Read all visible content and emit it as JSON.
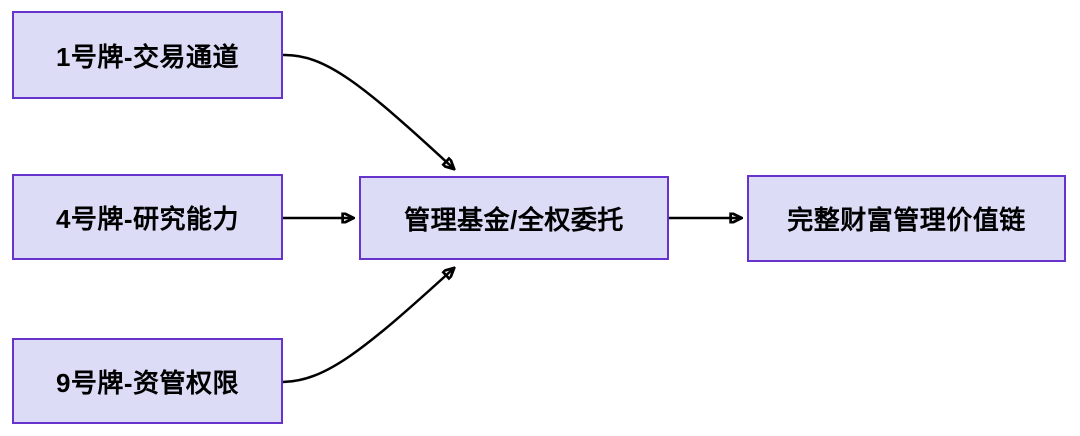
{
  "diagram": {
    "type": "flowchart",
    "background_color": "#ffffff",
    "node_fill_color": "#dcdcf7",
    "node_border_color": "#6633cc",
    "arrow_color": "#000000",
    "text_color": "#000000",
    "nodes": [
      {
        "id": "license-1",
        "label": "1号牌-交易通道"
      },
      {
        "id": "license-4",
        "label": "4号牌-研究能力"
      },
      {
        "id": "license-9",
        "label": "9号牌-资管权限"
      },
      {
        "id": "center",
        "label": "管理基金/全权委托"
      },
      {
        "id": "result",
        "label": "完整财富管理价值链"
      }
    ],
    "edges": [
      {
        "from": "license-1",
        "to": "center",
        "style": "curved"
      },
      {
        "from": "license-4",
        "to": "center",
        "style": "straight"
      },
      {
        "from": "license-9",
        "to": "center",
        "style": "curved"
      },
      {
        "from": "center",
        "to": "result",
        "style": "straight"
      }
    ]
  }
}
